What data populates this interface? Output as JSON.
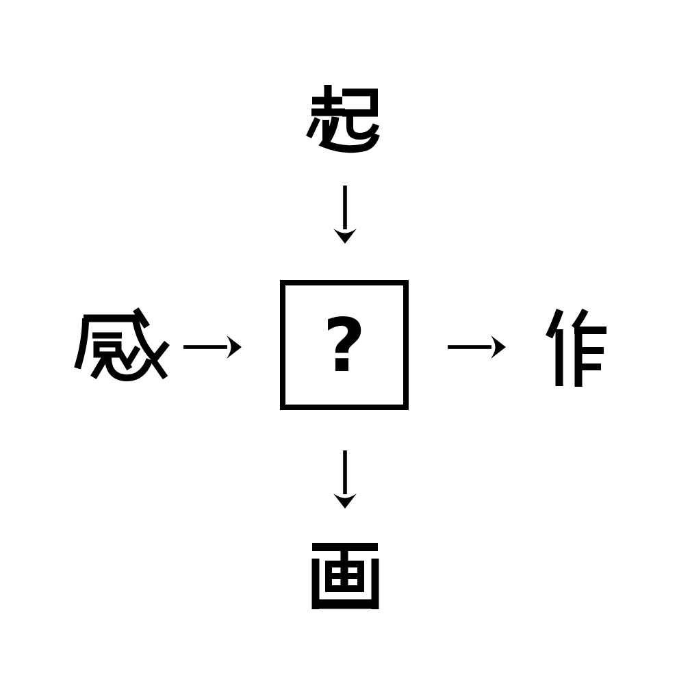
{
  "canvas": {
    "background": "#ffffff",
    "ink": "#000000"
  },
  "puzzle": {
    "center": {
      "label": "?"
    },
    "kanji": {
      "top": "起",
      "left": "感",
      "right": "作",
      "bottom": "画"
    },
    "arrows": [
      {
        "id": "top-to-center",
        "direction": "down",
        "glyph": "↓"
      },
      {
        "id": "left-to-center",
        "direction": "right",
        "glyph": "→"
      },
      {
        "id": "center-to-right",
        "direction": "right",
        "glyph": "→"
      },
      {
        "id": "center-to-bottom",
        "direction": "down",
        "glyph": "↓"
      }
    ]
  }
}
